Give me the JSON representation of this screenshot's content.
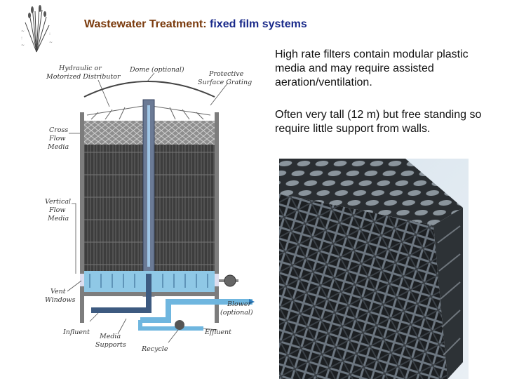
{
  "header": {
    "title_part1": "Wastewater Treatment:",
    "title_part2": "fixed film systems"
  },
  "body": {
    "paragraph1": "High rate filters contain modular plastic media and may require assisted aeration/ventilation.",
    "paragraph2": "Often very tall (12 m) but free standing so require little support from walls."
  },
  "diagram": {
    "labels": {
      "distributor": [
        "Hydraulic or",
        "Motorized Distributor"
      ],
      "dome": "Dome (optional)",
      "grating": [
        "Protective",
        "Surface Grating"
      ],
      "cross_flow": [
        "Cross",
        "Flow",
        "Media"
      ],
      "vertical_flow": [
        "Vertical",
        "Flow",
        "Media"
      ],
      "vent": [
        "Vent",
        "Windows"
      ],
      "blower": [
        "Blower",
        "(optional)"
      ],
      "influent": "Influent",
      "effluent": "Effluent",
      "media_supports": [
        "Media",
        "Supports"
      ],
      "recycle": "Recycle"
    },
    "colors": {
      "media": "#3d3d3d",
      "water": "#6fb6df",
      "pipe_dark": "#3d5a80",
      "tank": "#7d7d7d"
    }
  },
  "icons": {
    "logo": "reed-plant-logo",
    "photo": "plastic-media-block-photo"
  }
}
